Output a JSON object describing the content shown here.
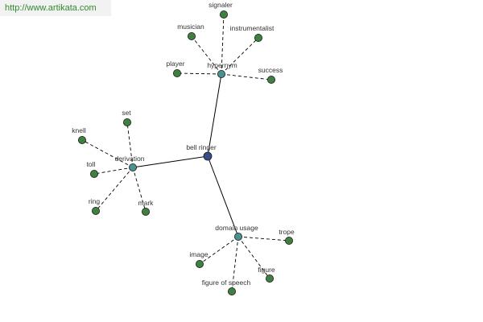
{
  "header": {
    "url": "http://www.artikata.com"
  },
  "graph": {
    "center": {
      "label": "bell ringer"
    },
    "hubs": [
      {
        "label": "hypernym",
        "children": [
          "signaler",
          "musician",
          "instrumentalist",
          "player",
          "success"
        ]
      },
      {
        "label": "derivation",
        "children": [
          "set",
          "knell",
          "toll",
          "ring",
          "mark"
        ]
      },
      {
        "label": "domain usage",
        "children": [
          "trope",
          "image",
          "figure",
          "figure of speech"
        ]
      }
    ]
  },
  "colors": {
    "center_node": "#3a4a8a",
    "hub_node": "#4a9090",
    "leaf_node": "#3f7f3f",
    "url_text": "#2e8b2e",
    "edge": "#000000"
  }
}
